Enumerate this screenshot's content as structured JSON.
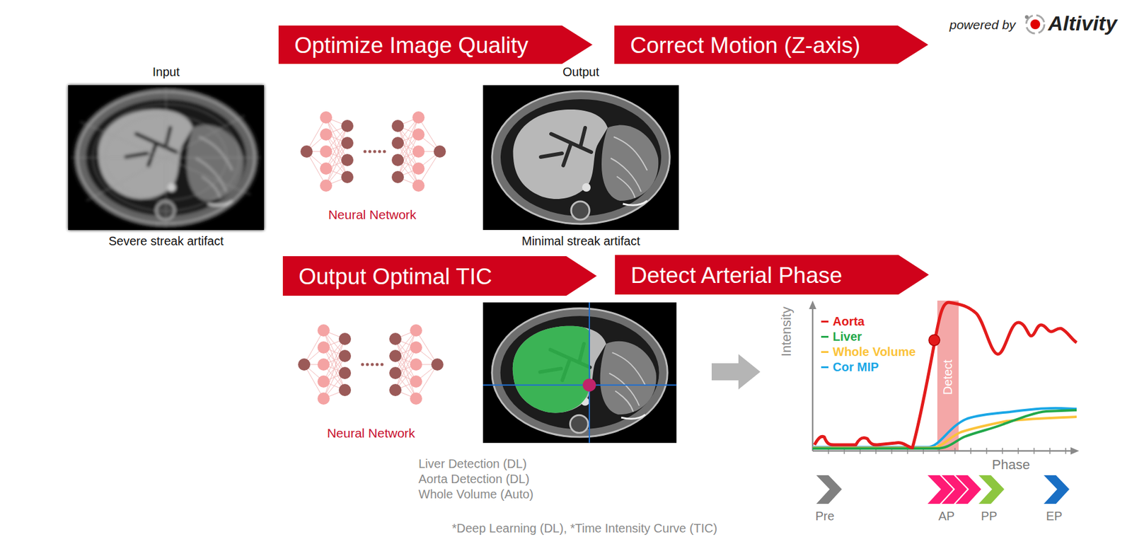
{
  "diagram": {
    "nodes": [
      {
        "text": [
          "Optimize Image Quality"
        ]
      },
      {
        "text": [
          "Correct Motion (Z-axis)"
        ]
      },
      {
        "text": [
          "Input",
          "Severe streak artifact"
        ]
      },
      {
        "text": [
          "Output",
          "Minimal streak artifact"
        ]
      },
      {
        "text": [
          "Output Optimal TIC"
        ]
      },
      {
        "text": [
          "Detect Arterial Phase"
        ]
      }
    ],
    "labels": [
      "powered by",
      "Altivity",
      "Neural Network",
      "Neural Network",
      "Liver Detection (DL)",
      "Aorta Detection (DL)",
      "Whole Volume (Auto)",
      "Intensity",
      "Detect",
      "Phase",
      "Pre",
      "AP",
      "PP",
      "EP",
      "*Deep Learning (DL), *Time Intensity Curve (TIC)"
    ],
    "legend": [
      {
        "text": "Aorta",
        "color": "#e31b1b"
      },
      {
        "text": "Liver",
        "color": "#22a84a"
      },
      {
        "text": "Whole Volume",
        "color": "#fbc33a"
      },
      {
        "text": "Cor MIP",
        "color": "#1aa7e6"
      }
    ]
  }
}
